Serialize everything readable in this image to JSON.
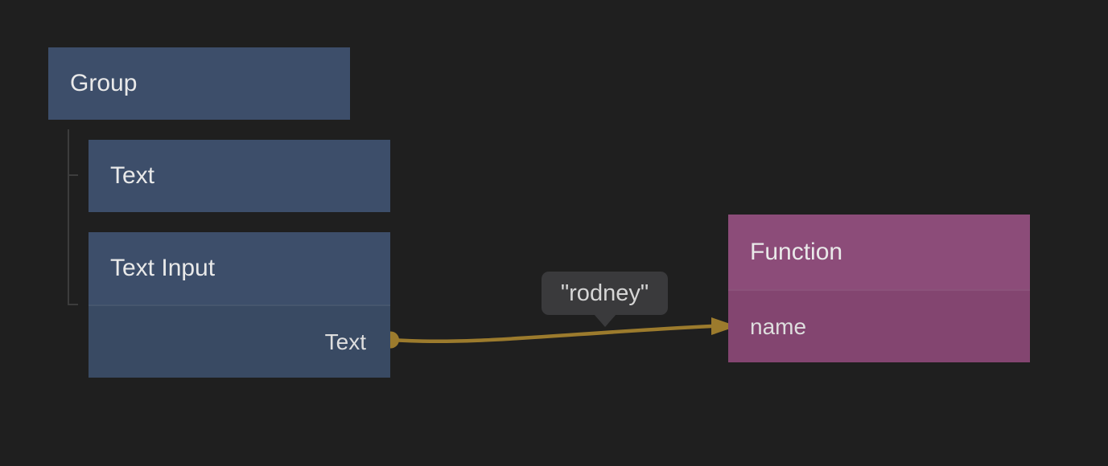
{
  "editor": {
    "kind": "node-editor-canvas"
  },
  "nodes": {
    "group": {
      "title": "Group"
    },
    "text": {
      "title": "Text"
    },
    "text_input": {
      "title": "Text Input",
      "output_port": "Text"
    },
    "function": {
      "title": "Function",
      "input_port": "name"
    }
  },
  "tree": {
    "parent": "Group",
    "children": [
      "Text",
      "Text Input"
    ]
  },
  "connection": {
    "from_node": "Text Input",
    "from_port": "Text",
    "to_node": "Function",
    "to_port": "name",
    "value_tooltip": "\"rodney\""
  },
  "colors": {
    "background": "#1f1f1f",
    "blue_header": "#3d4e6a",
    "blue_body": "#394a63",
    "purple_header": "#8c4c79",
    "purple_body": "#834570",
    "wire": "#9c7b2d",
    "tooltip_bg": "#3a3a3c",
    "tree_line": "#3c3c3c",
    "text_title": "#e9e9e9",
    "text_port": "#dedede"
  }
}
